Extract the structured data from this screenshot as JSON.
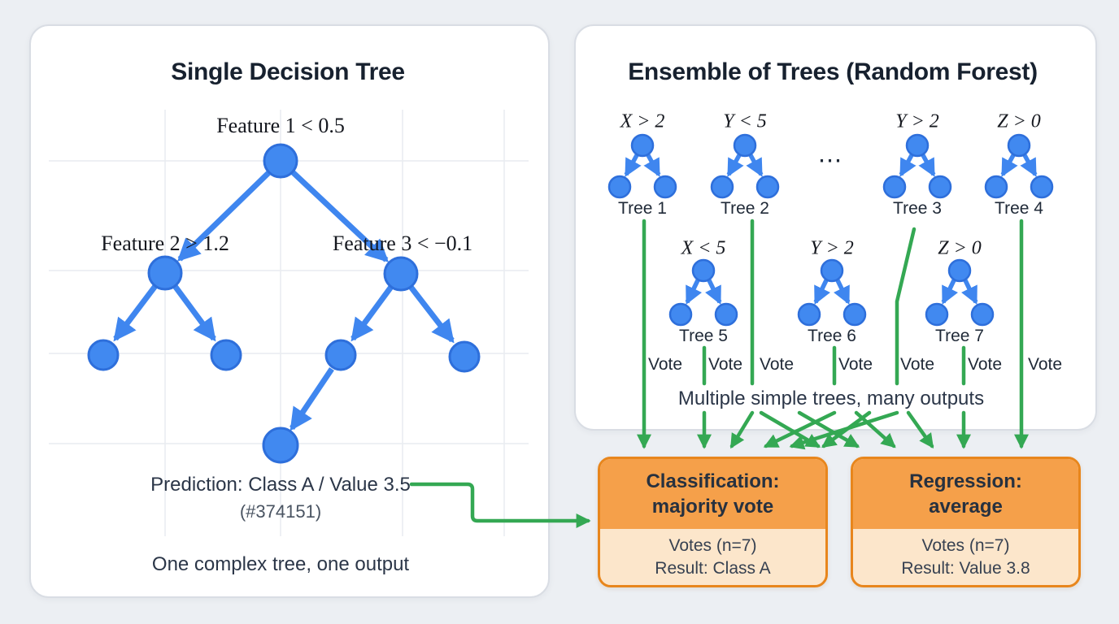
{
  "left_panel": {
    "title": "Single Decision Tree",
    "tree": {
      "root_condition": "Feature 1 < 0.5",
      "left_condition": "Feature 2 > 1.2",
      "right_condition": "Feature 3 < −0.1"
    },
    "prediction": "Prediction: Class A / Value 3.5",
    "prediction_color_note": "(#374151)",
    "caption": "One complex tree, one output"
  },
  "right_panel": {
    "title": "Ensemble of Trees (Random Forest)",
    "ellipsis": "⋯",
    "row1_trees": [
      {
        "condition": "X > 2",
        "label": "Tree 1"
      },
      {
        "condition": "Y < 5",
        "label": "Tree 2"
      },
      {
        "condition": "Y > 2",
        "label": "Tree 3"
      },
      {
        "condition": "Z > 0",
        "label": "Tree 4"
      }
    ],
    "row2_trees": [
      {
        "condition": "X < 5",
        "label": "Tree 5"
      },
      {
        "condition": "Y > 2",
        "label": "Tree 6"
      },
      {
        "condition": "Z > 0",
        "label": "Tree 7"
      }
    ],
    "vote_label": "Vote",
    "vote_count": 7,
    "caption": "Multiple simple trees, many outputs"
  },
  "classification_box": {
    "title_line1": "Classification:",
    "title_line2": "majority vote",
    "votes": "Votes (n=7)",
    "result": "Result: Class A"
  },
  "regression_box": {
    "title_line1": "Regression:",
    "title_line2": "average",
    "votes": "Votes (n=7)",
    "result": "Result: Value 3.8"
  },
  "colors": {
    "node_blue": "#4189f0",
    "edge_blue": "#3f86ef",
    "connector_green": "#34a853",
    "box_orange_border": "#e8861c",
    "box_orange_header": "#f5a04a",
    "box_orange_body": "#fce6cb",
    "text_dark": "#374151"
  }
}
